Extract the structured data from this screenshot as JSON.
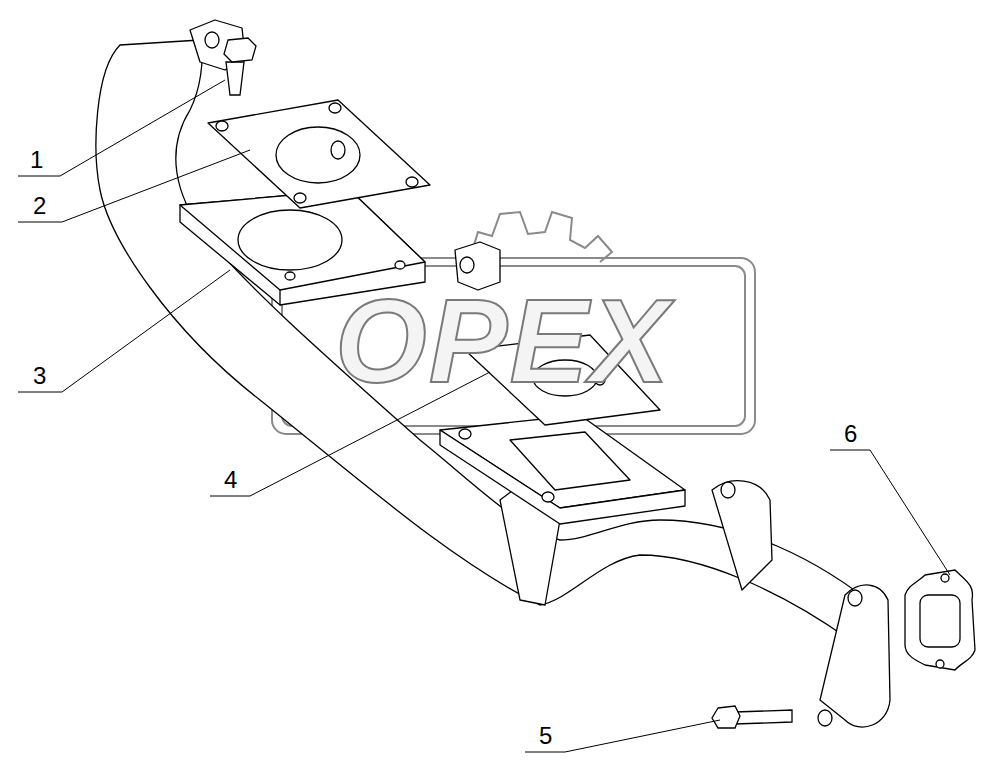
{
  "diagram": {
    "labels": [
      "1",
      "2",
      "3",
      "4",
      "5",
      "6",
      "OPEX"
    ]
  }
}
